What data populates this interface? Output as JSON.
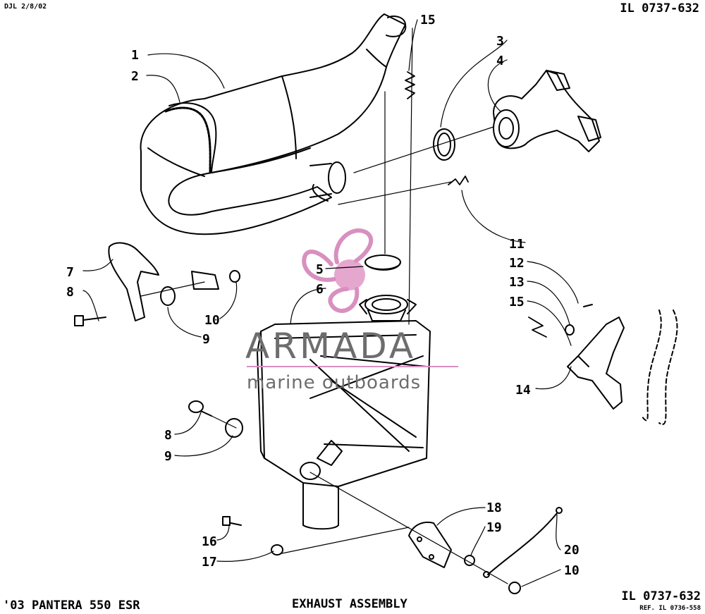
{
  "header": {
    "left_code": "DJL 2/8/02",
    "right_code": "IL 0737-632"
  },
  "footer": {
    "model": "'03 PANTERA 550 ESR",
    "title": "EXHAUST ASSEMBLY",
    "code": "IL 0737-632",
    "ref": "REF. IL 0736-558"
  },
  "watermark": {
    "brand": "ARMADA",
    "tagline": "marine outboards",
    "color": "#d890c0"
  },
  "callouts": [
    {
      "id": "1",
      "label": "1"
    },
    {
      "id": "2",
      "label": "2"
    },
    {
      "id": "3",
      "label": "3"
    },
    {
      "id": "4",
      "label": "4"
    },
    {
      "id": "5",
      "label": "5"
    },
    {
      "id": "6",
      "label": "6"
    },
    {
      "id": "7",
      "label": "7"
    },
    {
      "id": "8a",
      "label": "8"
    },
    {
      "id": "9a",
      "label": "9"
    },
    {
      "id": "10a",
      "label": "10"
    },
    {
      "id": "11",
      "label": "11"
    },
    {
      "id": "12",
      "label": "12"
    },
    {
      "id": "13",
      "label": "13"
    },
    {
      "id": "14",
      "label": "14"
    },
    {
      "id": "15a",
      "label": "15"
    },
    {
      "id": "15b",
      "label": "15"
    },
    {
      "id": "8b",
      "label": "8"
    },
    {
      "id": "9b",
      "label": "9"
    },
    {
      "id": "16",
      "label": "16"
    },
    {
      "id": "17",
      "label": "17"
    },
    {
      "id": "18",
      "label": "18"
    },
    {
      "id": "19",
      "label": "19"
    },
    {
      "id": "20",
      "label": "20"
    },
    {
      "id": "10b",
      "label": "10"
    }
  ]
}
